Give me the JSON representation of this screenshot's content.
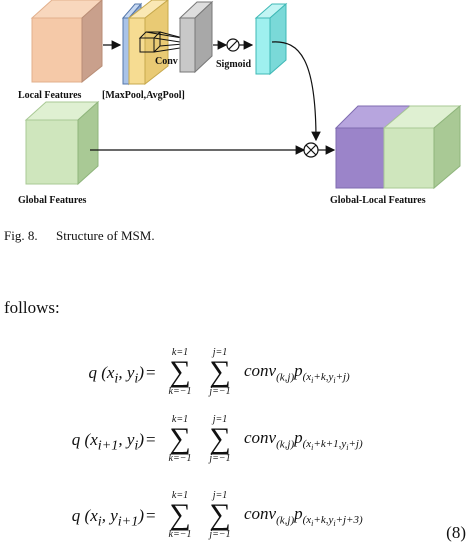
{
  "figure": {
    "labels": {
      "local_features": "Local Features",
      "pool_label": "[MaxPool,AvgPool]",
      "conv_label": "Conv",
      "sigmoid_label": "Sigmoid",
      "global_features": "Global Features",
      "output_label": "Global-Local Features"
    },
    "colors": {
      "local": "#f5c9a8",
      "maxpool": "#a9c3e8",
      "avgpool": "#f6dc92",
      "conv": "#c8c8c8",
      "sigmoid": "#9ff0ef",
      "global": "#cfe6bd",
      "purple": "#9b84c9"
    }
  },
  "caption": {
    "label": "Fig. 8.",
    "text": "Structure of MSM."
  },
  "lead_text": "follows:",
  "equations": [
    {
      "lhs": "q (x<sub>i</sub>, y<sub>i</sub>)",
      "rhs": "conv<sub>(k,j)</sub>p<sub>(x<sub>i</sub>+k,y<sub>i</sub>+j)</sub>"
    },
    {
      "lhs": "q (x<sub>i+1</sub>, y<sub>i</sub>)",
      "rhs": "conv<sub>(k,j)</sub>p<sub>(x<sub>i</sub>+k+1,y<sub>i</sub>+j)</sub>"
    },
    {
      "lhs": "q (x<sub>i</sub>, y<sub>i+1</sub>)",
      "rhs": "conv<sub>(k,j)</sub>p<sub>(x<sub>i</sub>+k,y<sub>i</sub>+j+3)</sub>"
    }
  ],
  "sum_limits": {
    "k_upper": "k=1",
    "k_lower": "k=−1",
    "j_upper": "j=1",
    "j_lower": "j=−1"
  },
  "equals": "=",
  "equation_number": "(8)"
}
